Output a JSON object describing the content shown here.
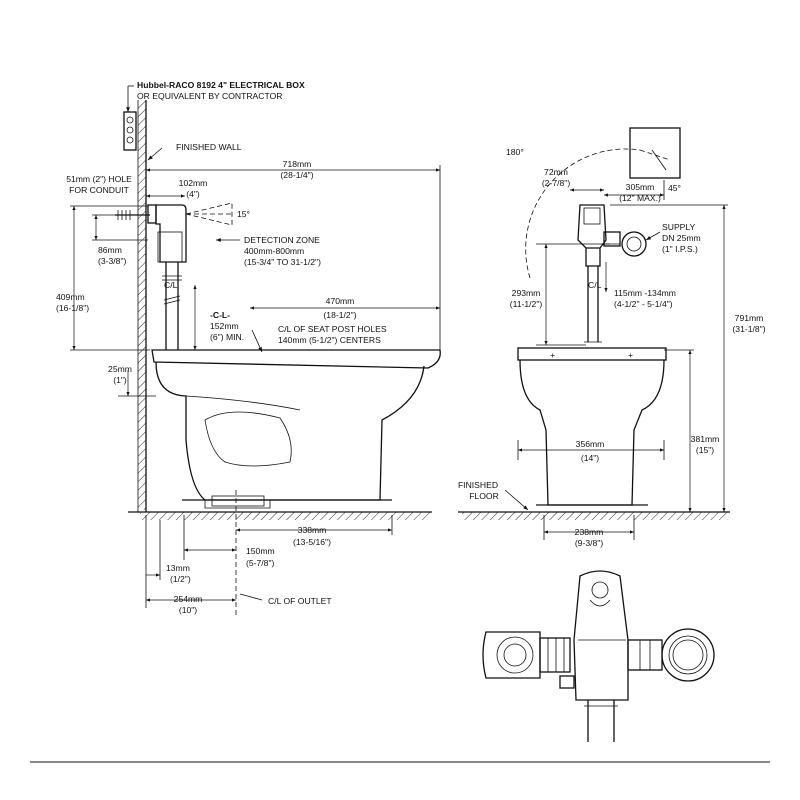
{
  "labels": {
    "electrical_box_brand": "Hubbel-RACO 8192 4\"",
    "electrical_box_rest": " ELECTRICAL BOX",
    "electrical_box_line2": "OR EQUIVALENT BY CONTRACTOR",
    "finished_wall": "FINISHED WALL",
    "hole_line1": "51mm (2\") HOLE",
    "hole_line2": "FOR CONDUIT",
    "detection_zone": "DETECTION ZONE",
    "detection_range_mm": "400mm-800mm",
    "detection_range_in": "(15-3/4\" TO 31-1/2\")",
    "angle_15": "15°",
    "cl_small": "C/L",
    "cl_label": "-C-L-",
    "seat_holes_line1": "C/L OF SEAT POST HOLES",
    "seat_holes_line2": "140mm (5-1/2\") CENTERS",
    "cl_outlet": "C/L OF OUTLET",
    "finished_floor_line1": "FINISHED",
    "finished_floor_line2": "FLOOR",
    "supply_line1": "SUPPLY",
    "supply_line2": "DN 25mm",
    "supply_line3": "(1\" I.P.S.)",
    "angle_180": "180°",
    "angle_45": "45°"
  },
  "dimensions": {
    "d718": {
      "mm": "718mm",
      "in": "(28-1/4\")"
    },
    "d102": {
      "mm": "102mm",
      "in": "(4\")"
    },
    "d86": {
      "mm": "86mm",
      "in": "(3-3/8\")"
    },
    "d409": {
      "mm": "409mm",
      "in": "(16-1/8\")"
    },
    "d470": {
      "mm": "470mm",
      "in": "(18-1/2\")"
    },
    "d152": {
      "mm": "152mm",
      "in": "(6\") MIN."
    },
    "d25": {
      "mm": "25mm",
      "in": "(1\")"
    },
    "d338": {
      "mm": "338mm",
      "in": "(13-5/16\")"
    },
    "d150": {
      "mm": "150mm",
      "in": "(5-7/8\")"
    },
    "d13": {
      "mm": "13mm",
      "in": "(1/2\")"
    },
    "d254": {
      "mm": "254mm",
      "in": "(10\")"
    },
    "d72": {
      "mm": "72mm",
      "in": "(2-7/8\")"
    },
    "d305": {
      "mm": "305mm",
      "in": "(12\" MAX.)"
    },
    "d293": {
      "mm": "293mm",
      "in": "(11-1/2\")"
    },
    "d115": {
      "mm": "115mm -134mm",
      "in": "(4-1/2\" - 5-1/4\")"
    },
    "d791": {
      "mm": "791mm",
      "in": "(31-1/8\")"
    },
    "d356": {
      "mm": "356mm",
      "in": "(14\")"
    },
    "d381": {
      "mm": "381mm",
      "in": "(15\")"
    },
    "d238": {
      "mm": "238mm",
      "in": "(9-3/8\")"
    }
  }
}
